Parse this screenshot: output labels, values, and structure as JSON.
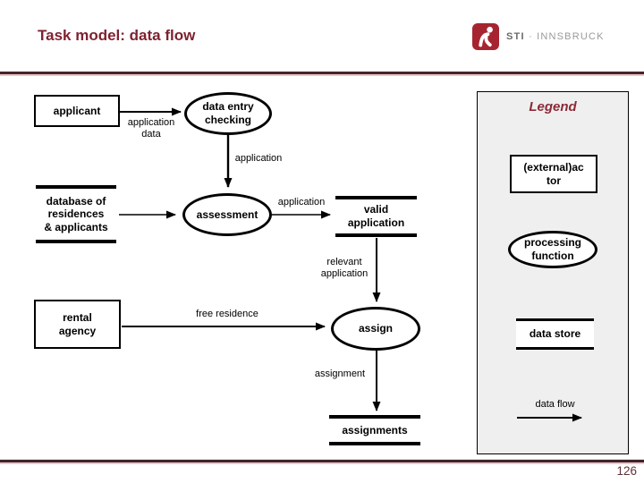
{
  "header": {
    "title": "Task model: data flow",
    "brand_primary": "STI",
    "brand_secondary": "· INNSBRUCK"
  },
  "diagram": {
    "nodes": {
      "applicant": "applicant",
      "data_entry_checking": "data entry\nchecking",
      "database": "database of\nresidences\n& applicants",
      "assessment": "assessment",
      "valid_application": "valid\napplication",
      "rental_agency": "rental\nagency",
      "assign": "assign",
      "assignments": "assignments"
    },
    "flow_labels": {
      "application_data": "application\ndata",
      "application_to_assessment": "application",
      "application_to_valid": "application",
      "relevant_application": "relevant\napplication",
      "free_residence": "free residence",
      "assignment": "assignment"
    }
  },
  "legend": {
    "title": "Legend",
    "external_actor": "(external)ac\ntor",
    "processing_function": "processing\nfunction",
    "data_store": "data store",
    "data_flow": "data flow"
  },
  "footer": {
    "page_number": "126"
  },
  "colors": {
    "title_maroon": "#7e2230",
    "legend_title_maroon": "#8b2a38",
    "logo_red": "#a62430",
    "legend_background": "#efefef",
    "footer_dark": "#40232a",
    "footer_pink": "#e7c6ca",
    "diagram_ink": "#000000"
  }
}
